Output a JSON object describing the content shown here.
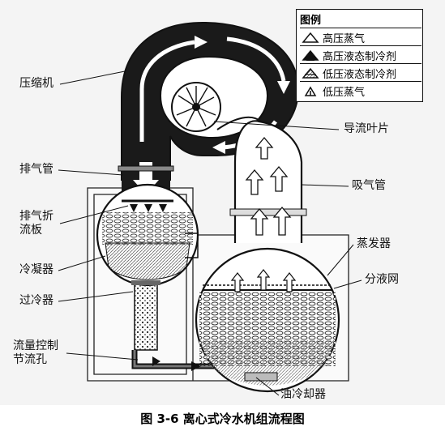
{
  "labels": {
    "compressor": "压缩机",
    "discharge_pipe": "排气管",
    "discharge_baffle": "排气折流板",
    "condenser": "冷凝器",
    "subcooler": "过冷器",
    "flow_orifice": "流量控制节流孔",
    "guide_vanes": "导流叶片",
    "suction_pipe": "吸气管",
    "evaporator": "蒸发器",
    "liquid_mesh": "分液网",
    "oil_cooler": "油冷却器"
  },
  "legend": {
    "title": "图例",
    "items": [
      {
        "label": "高压蒸气",
        "icon": "arrow-outline-icon"
      },
      {
        "label": "高压液态制冷剂",
        "icon": "arrow-solid-icon"
      },
      {
        "label": "低压液态制冷剂",
        "icon": "arrow-striped-icon"
      },
      {
        "label": "低压蒸气",
        "icon": "arrow-hollow-small-icon"
      }
    ]
  },
  "caption": "图 3-6   离心式冷水机组流程图",
  "colors": {
    "ink": "#111111",
    "paper": "#ffffff",
    "shade": "#9a9a9a"
  }
}
